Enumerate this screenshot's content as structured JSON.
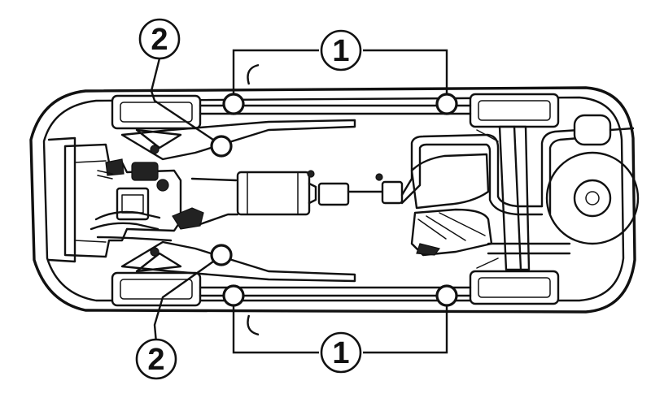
{
  "callouts": {
    "top_left": "2",
    "top_center": "1",
    "bottom_left": "2",
    "bottom_center": "1"
  }
}
